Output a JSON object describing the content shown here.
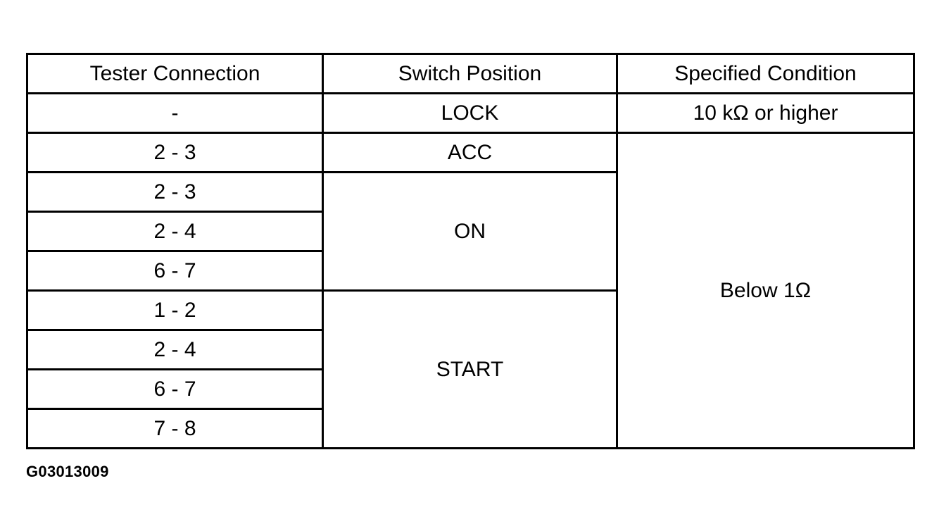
{
  "table": {
    "headers": [
      "Tester Connection",
      "Switch Position",
      "Specified Condition"
    ],
    "connections": [
      "-",
      "2 - 3",
      "2 - 3",
      "2 - 4",
      "6 - 7",
      "1 - 2",
      "2 - 4",
      "6 - 7",
      "7 - 8"
    ],
    "positions": [
      "LOCK",
      "ACC",
      "ON",
      "START"
    ],
    "conditions": [
      "10 kΩ or higher",
      "Below 1Ω"
    ]
  },
  "figure_code": "G03013009"
}
